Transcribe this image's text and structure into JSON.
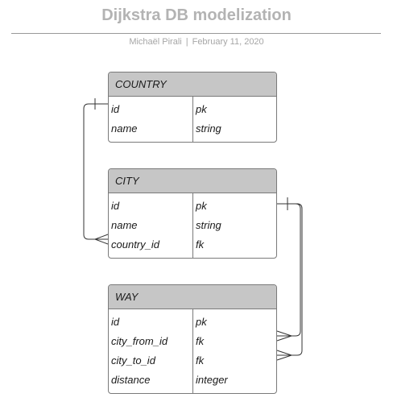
{
  "header": {
    "title": "Dijkstra DB modelization",
    "author": "Michaël Pirali",
    "separator": "|",
    "date": "February 11, 2020"
  },
  "entities": {
    "country": {
      "name": "COUNTRY",
      "fields": [
        {
          "name": "id",
          "type": "pk"
        },
        {
          "name": "name",
          "type": "string"
        }
      ]
    },
    "city": {
      "name": "CITY",
      "fields": [
        {
          "name": "id",
          "type": "pk"
        },
        {
          "name": "name",
          "type": "string"
        },
        {
          "name": "country_id",
          "type": "fk"
        }
      ]
    },
    "way": {
      "name": "WAY",
      "fields": [
        {
          "name": "id",
          "type": "pk"
        },
        {
          "name": "city_from_id",
          "type": "fk"
        },
        {
          "name": "city_to_id",
          "type": "fk"
        },
        {
          "name": "distance",
          "type": "integer"
        }
      ]
    }
  },
  "relationships": [
    {
      "from": "country.id",
      "to": "city.country_id",
      "cardinality": "one-to-many"
    },
    {
      "from": "city.id",
      "to": "way.city_from_id",
      "cardinality": "one-to-many"
    },
    {
      "from": "city.id",
      "to": "way.city_to_id",
      "cardinality": "one-to-many"
    }
  ]
}
